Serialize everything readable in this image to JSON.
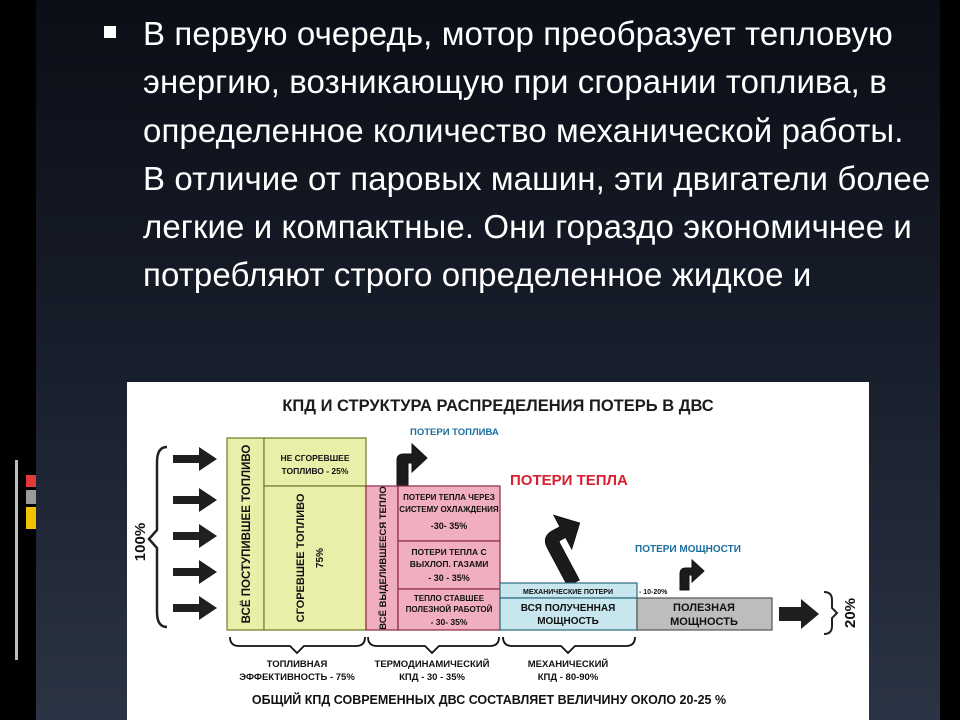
{
  "slide": {
    "body_text": "В первую очередь, мотор преобразует тепловую энергию, возникающую при сгорании топлива, в определенное количество механической работы. В отличие от паровых машин, эти двигатели более легкие и компактные. Они гораздо экономичнее и потребляют строго определенное жидкое и"
  },
  "figure": {
    "title": "КПД И СТРУКТУРА РАСПРЕДЕЛЕНИЯ ПОТЕРЬ В ДВС",
    "input_label": "100%",
    "output_label": "20%",
    "fuel_losses": "ПОТЕРИ ТОПЛИВА",
    "heat_losses": "ПОТЕРИ ТЕПЛА",
    "power_losses": "ПОТЕРИ МОЩНОСТИ",
    "col_fuel_not_entered": "ВСЁ ПОСТУПИВШЕЕ ТОПЛИВО",
    "not_burned_line1": "НЕ СГОРЕВШЕЕ",
    "not_burned_line2": "ТОПЛИВО - 25%",
    "burned_fuel": "СГОРЕВШЕЕ ТОПЛИВО",
    "burned_pct": "75%",
    "col_heat_released": "ВСЁ ВЫДЕЛИВШЕЕСЯ ТЕПЛО",
    "cooling_line1": "ПОТЕРИ ТЕПЛА ЧЕРЕЗ",
    "cooling_line2": "СИСТЕМУ ОХЛАЖДЕНИЯ",
    "cooling_pct": "-30- 35%",
    "exhaust_line1": "ПОТЕРИ ТЕПЛА С",
    "exhaust_line2": "ВЫХЛОП. ГАЗАМИ",
    "exhaust_pct": "- 30 - 35%",
    "useful_heat_line1": "ТЕПЛО СТАВШЕЕ",
    "useful_heat_line2": "ПОЛЕЗНОЙ РАБОТОЙ",
    "useful_heat_pct": "- 30- 35%",
    "mech_losses": "МЕХАНИЧЕСКИЕ ПОТЕРИ",
    "mech_losses_pct": "- 10-20%",
    "received_power_line1": "ВСЯ ПОЛУЧЕННАЯ",
    "received_power_line2": "МОЩНОСТЬ",
    "useful_power_line1": "ПОЛЕЗНАЯ",
    "useful_power_line2": "МОЩНОСТЬ",
    "eff_fuel_line1": "ТОПЛИВНАЯ",
    "eff_fuel_line2": "ЭФФЕКТИВНОСТЬ - 75%",
    "eff_thermo_line1": "ТЕРМОДИНАМИЧЕСКИЙ",
    "eff_thermo_line2": "КПД - 30 - 35%",
    "eff_mech_line1": "МЕХАНИЧЕСКИЙ",
    "eff_mech_line2": "КПД - 80-90%",
    "footer": "ОБЩИЙ КПД СОВРЕМЕННЫХ ДВС СОСТАВЛЯЕТ ВЕЛИЧИНУ ОКОЛО 20-25 %",
    "colors": {
      "fuel": "#e9eea8",
      "heat": "#f1aebf",
      "mech": "#c7e6ee",
      "useful": "#bdbdbd",
      "arrow_red": "#d8202f",
      "arrow_blue": "#1b6f9e"
    }
  }
}
